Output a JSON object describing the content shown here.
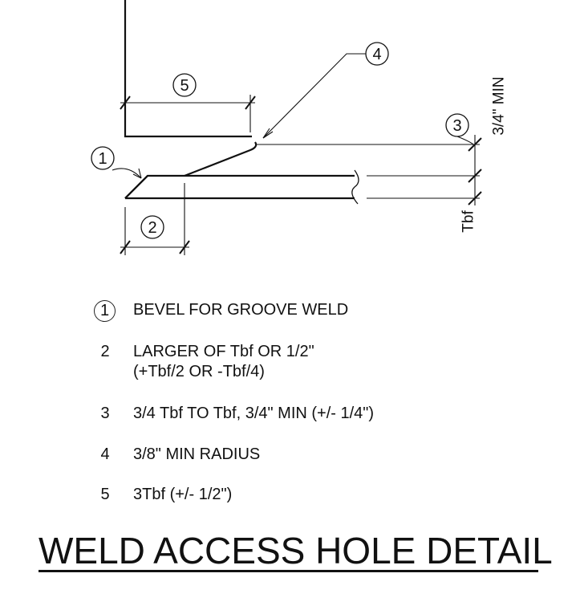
{
  "callouts": {
    "c1": "1",
    "c2": "2",
    "c3": "3",
    "c4": "4",
    "c5": "5"
  },
  "dimension_labels": {
    "min_depth": "3/4\" MIN",
    "flange_thickness": "Tbf"
  },
  "legend": [
    {
      "num": "1",
      "lines": [
        "BEVEL FOR GROOVE WELD"
      ]
    },
    {
      "num": "2",
      "lines": [
        "LARGER OF Tbf OR 1/2\"",
        "(+Tbf/2 OR -Tbf/4)"
      ]
    },
    {
      "num": "3",
      "lines": [
        "3/4 Tbf TO Tbf, 3/4\" MIN (+/- 1/4\")"
      ]
    },
    {
      "num": "4",
      "lines": [
        "3/8\" MIN RADIUS"
      ]
    },
    {
      "num": "5",
      "lines": [
        "3Tbf (+/- 1/2\")"
      ]
    }
  ],
  "title": "WELD ACCESS HOLE DETAIL"
}
